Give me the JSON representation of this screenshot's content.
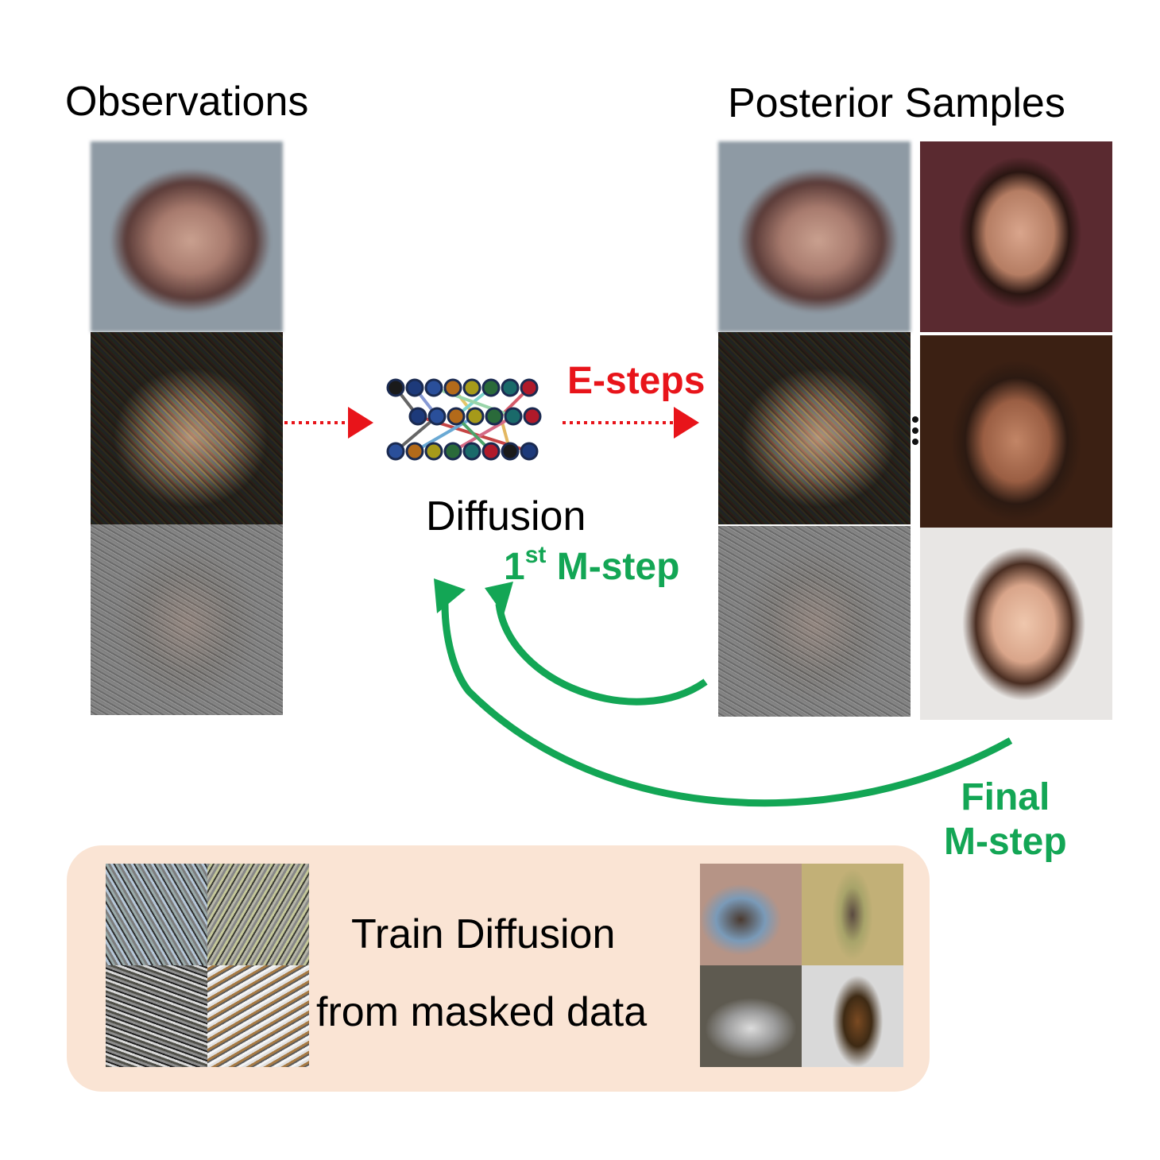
{
  "titles": {
    "observations": "Observations",
    "posterior_samples": "Posterior Samples"
  },
  "network": {
    "label": "Diffusion",
    "node_colors": [
      "#1a1a1a",
      "#1d3a7a",
      "#2a4f9a",
      "#b36a1a",
      "#a69a1a",
      "#2a6a3a",
      "#1a6a6a",
      "#b01a2a"
    ]
  },
  "arrows": {
    "e_steps": "E-steps",
    "first_m_step": "1",
    "first_m_step_sup": "st",
    "first_m_step_rest": " M-step",
    "final_m_step_line1": "Final",
    "final_m_step_line2": "M-step"
  },
  "observations": [
    {
      "kind": "blurred"
    },
    {
      "kind": "noisy"
    },
    {
      "kind": "masked"
    }
  ],
  "training": {
    "line1": "Train Diffusion",
    "line2": "from masked data"
  },
  "colors": {
    "red": "#e8141a",
    "green": "#13a655",
    "panel_bg": "#fae4d4"
  }
}
